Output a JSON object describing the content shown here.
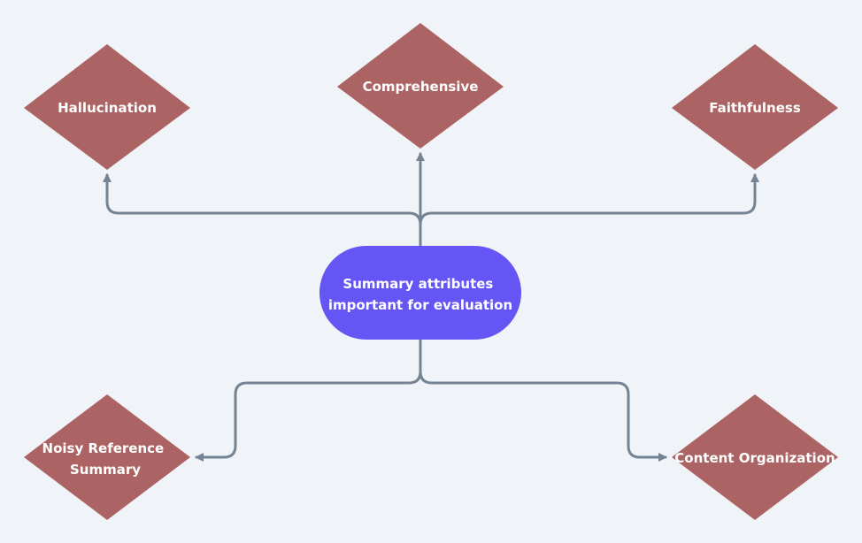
{
  "colors": {
    "background": "#f0f3f7",
    "decision_fill": "#ac6363",
    "center_fill": "#6655f5",
    "connector": "#748494",
    "text": "#ffffff"
  },
  "center": {
    "lines": [
      "Summary attributes",
      "important for evaluation"
    ]
  },
  "nodes": {
    "hallucination": {
      "lines": [
        "Hallucination"
      ]
    },
    "comprehensive": {
      "lines": [
        "Comprehensive"
      ]
    },
    "faithfulness": {
      "lines": [
        "Faithfulness"
      ]
    },
    "noisy_reference": {
      "lines": [
        "Noisy Reference",
        "Summary"
      ]
    },
    "content_organization": {
      "lines": [
        "Content Organization"
      ]
    }
  }
}
